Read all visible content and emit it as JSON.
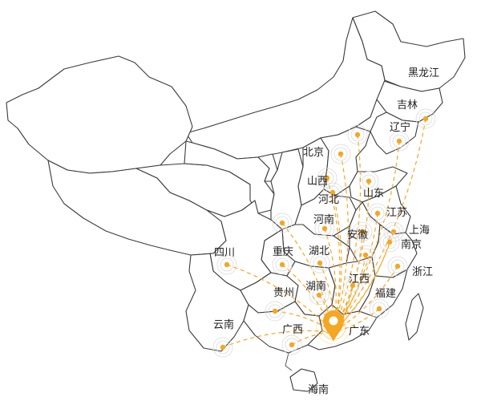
{
  "accent": "#f5a623",
  "ring_color": "#d9d9d9",
  "hub": "广东",
  "labels": {
    "heilongjiang": "黑龙江",
    "jilin": "吉林",
    "liaoning": "辽宁",
    "beijing": "北京",
    "shanxi": "山西",
    "hebei": "河北",
    "shandong": "山东",
    "henan": "河南",
    "jiangsu": "江苏",
    "shanghai": "上海",
    "anhui": "安徽",
    "nanjing": "南京",
    "sichuan": "四川",
    "chongqing": "重庆",
    "hubei": "湖北",
    "zhejiang": "浙江",
    "guizhou": "贵州",
    "hunan": "湖南",
    "jiangxi": "江西",
    "fujian": "福建",
    "yunnan": "云南",
    "guangxi": "广西",
    "guangdong": "广东",
    "hainan": "海南"
  }
}
